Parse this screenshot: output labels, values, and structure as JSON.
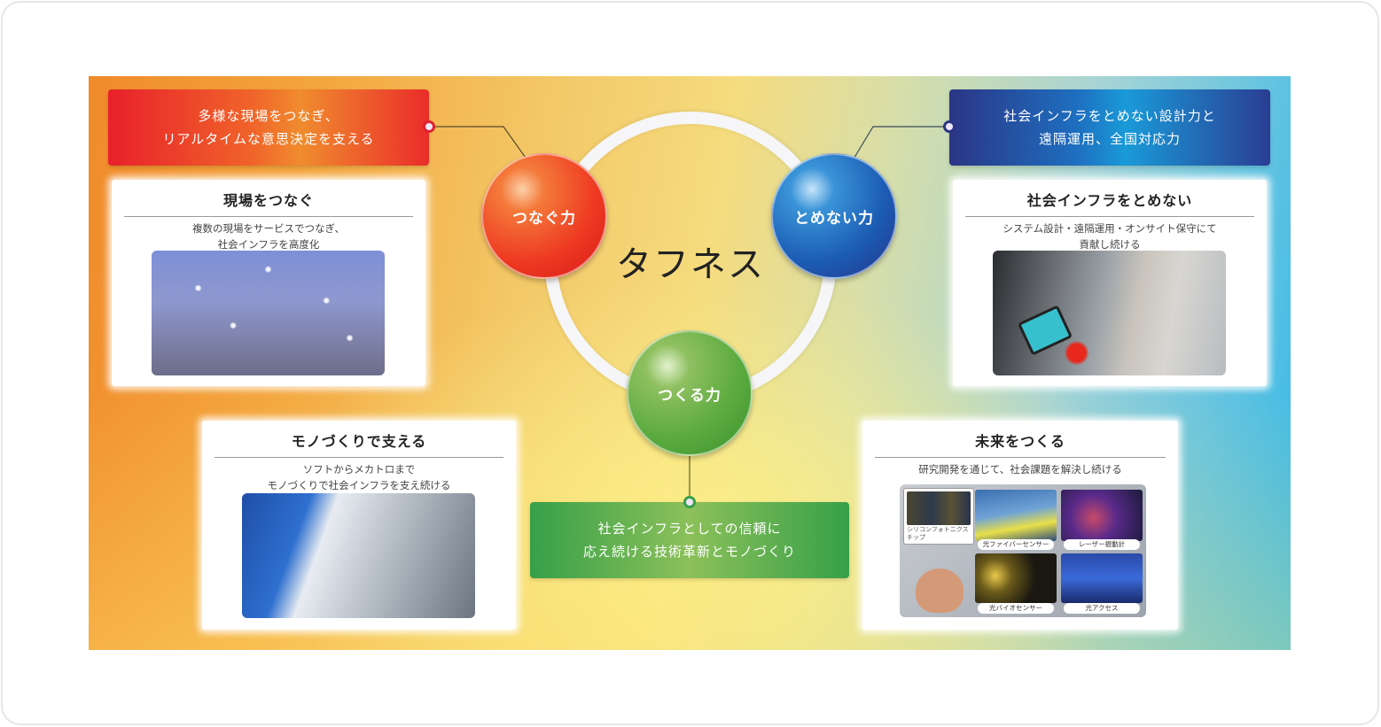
{
  "diagram": {
    "center_title": "タフネス",
    "spheres": [
      {
        "label": "つなぐ力",
        "color": "#ee3a22"
      },
      {
        "label": "とめない力",
        "color": "#1c5cb4"
      },
      {
        "label": "つくる力",
        "color": "#5aaa3e"
      }
    ],
    "headlines": {
      "red": {
        "line1": "多様な現場をつなぎ、",
        "line2": "リアルタイムな意思決定を支える",
        "color": "#e8202a"
      },
      "blue": {
        "line1": "社会インフラをとめない設計力と",
        "line2": "遠隔運用、全国対応力",
        "color": "#2b3585"
      },
      "green": {
        "line1": "社会インフラとしての信頼に",
        "line2": "応え続ける技術革新とモノづくり",
        "color": "#36a048"
      }
    },
    "cards": {
      "connect": {
        "title": "現場をつなぐ",
        "sub1": "複数の現場をサービスでつなぎ、",
        "sub2": "社会インフラを高度化"
      },
      "nonstop": {
        "title": "社会インフラをとめない",
        "sub1": "システム設計・遠隔運用・オンサイト保守にて",
        "sub2": "貢献し続ける"
      },
      "manufacture": {
        "title": "モノづくりで支える",
        "sub1": "ソフトからメカトロまで",
        "sub2": "モノづくりで社会インフラを支え続ける"
      },
      "future": {
        "title": "未来をつくる",
        "sub1": "研究開発を通じて、社会課題を解決し続ける",
        "callout_line1": "シリコンフォトニクス",
        "callout_line2": "チップ",
        "tiles": [
          {
            "label": "光ファイバーセンサー"
          },
          {
            "label": "レーザー振動計"
          },
          {
            "label": "光バイオセンサー"
          },
          {
            "label": "光アクセス"
          }
        ]
      }
    }
  }
}
